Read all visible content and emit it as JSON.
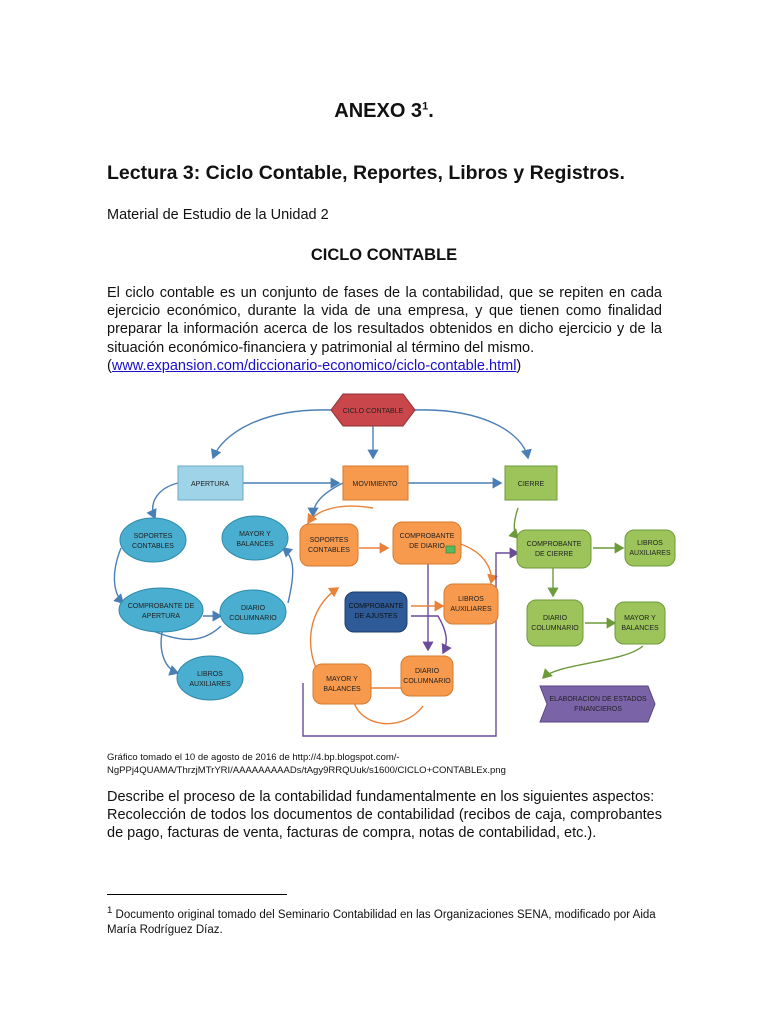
{
  "header": {
    "annex_title": "ANEXO 3",
    "annex_footnote_mark": "1",
    "annex_title_suffix": ".",
    "reading_title": "Lectura 3: Ciclo Contable, Reportes, Libros y Registros.",
    "study_material": "Material de Estudio de la Unidad 2"
  },
  "section": {
    "heading": "CICLO CONTABLE",
    "intro_text": "El ciclo contable es un conjunto de fases de la contabilidad, que se repiten en cada ejercicio económico, durante la vida de una empresa, y que tienen como finalidad preparar la información acerca de los resultados obtenidos en dicho ejercicio y de la situación económico-financiera y patrimonial al término del mismo.",
    "link_open": "(",
    "link_text": "www.expansion.com/diccionario-economico/ciclo-contable.html",
    "link_close": ")"
  },
  "diagram": {
    "nodes": {
      "ciclo": "CICLO CONTABLE",
      "apertura": "APERTURA",
      "movimiento": "MOVIMIENTO",
      "cierre": "CIERRE",
      "soportes1_l1": "SOPORTES",
      "soportes1_l2": "CONTABLES",
      "mayor1_l1": "MAYOR Y",
      "mayor1_l2": "BALANCES",
      "compap_l1": "COMPROBANTE DE",
      "compap_l2": "APERTURA",
      "diario1_l1": "DIARIO",
      "diario1_l2": "COLUMNARIO",
      "libros1_l1": "LIBROS",
      "libros1_l2": "AUXILIARES",
      "soportes2_l1": "SOPORTES",
      "soportes2_l2": "CONTABLES",
      "compdiario_l1": "COMPROBANTE",
      "compdiario_l2": "DE DIARIO",
      "libros2_l1": "LIBROS",
      "libros2_l2": "AUXILIARES",
      "compaj_l1": "COMPROBANTE",
      "compaj_l2": "DE AJUSTES",
      "mayor2_l1": "MAYOR Y",
      "mayor2_l2": "BALANCES",
      "diario2_l1": "DIARIO",
      "diario2_l2": "COLUMNARIO",
      "compcierre_l1": "COMPROBANTE",
      "compcierre_l2": "DE CIERRE",
      "libros3_l1": "LIBROS",
      "libros3_l2": "AUXILIARES",
      "diario3_l1": "DIARIO",
      "diario3_l2": "COLUMNARIO",
      "mayor3_l1": "MAYOR Y",
      "mayor3_l2": "BALANCES",
      "estados_l1": "ELABORACION DE ESTADOS",
      "estados_l2": "FINANCIEROS"
    },
    "colors": {
      "ciclo": "#c9474a",
      "blue_box": "#9fd3e8",
      "orange": "#f79a4e",
      "green": "#9cc45a",
      "teal": "#49aecf",
      "dark_blue": "#2e5a97",
      "purple": "#7b63a8",
      "arrow_blue": "#4a7fb5",
      "arrow_orange": "#e8823a",
      "arrow_purple": "#6b4a9a",
      "arrow_green": "#6d9a3a"
    }
  },
  "caption": {
    "line1": "Gráfico tomado el 10 de agosto de 2016 de http://4.bp.blogspot.com/-",
    "line2": "NgPPj4QUAMA/ThrzjMTrYRI/AAAAAAAAADs/tAgy9RRQUuk/s1600/CICLO+CONTABLEx.png"
  },
  "body": {
    "describe": "Describe el proceso de la contabilidad fundamentalmente en los siguientes aspectos:",
    "recoleccion": "Recolección de todos los documentos de contabilidad (recibos de caja, comprobantes de pago, facturas de venta, facturas de compra, notas de contabilidad, etc.)."
  },
  "footnote": {
    "mark": "1",
    "text": " Documento original tomado del Seminario Contabilidad en las Organizaciones SENA, modificado por Aida María Rodríguez Díaz."
  }
}
